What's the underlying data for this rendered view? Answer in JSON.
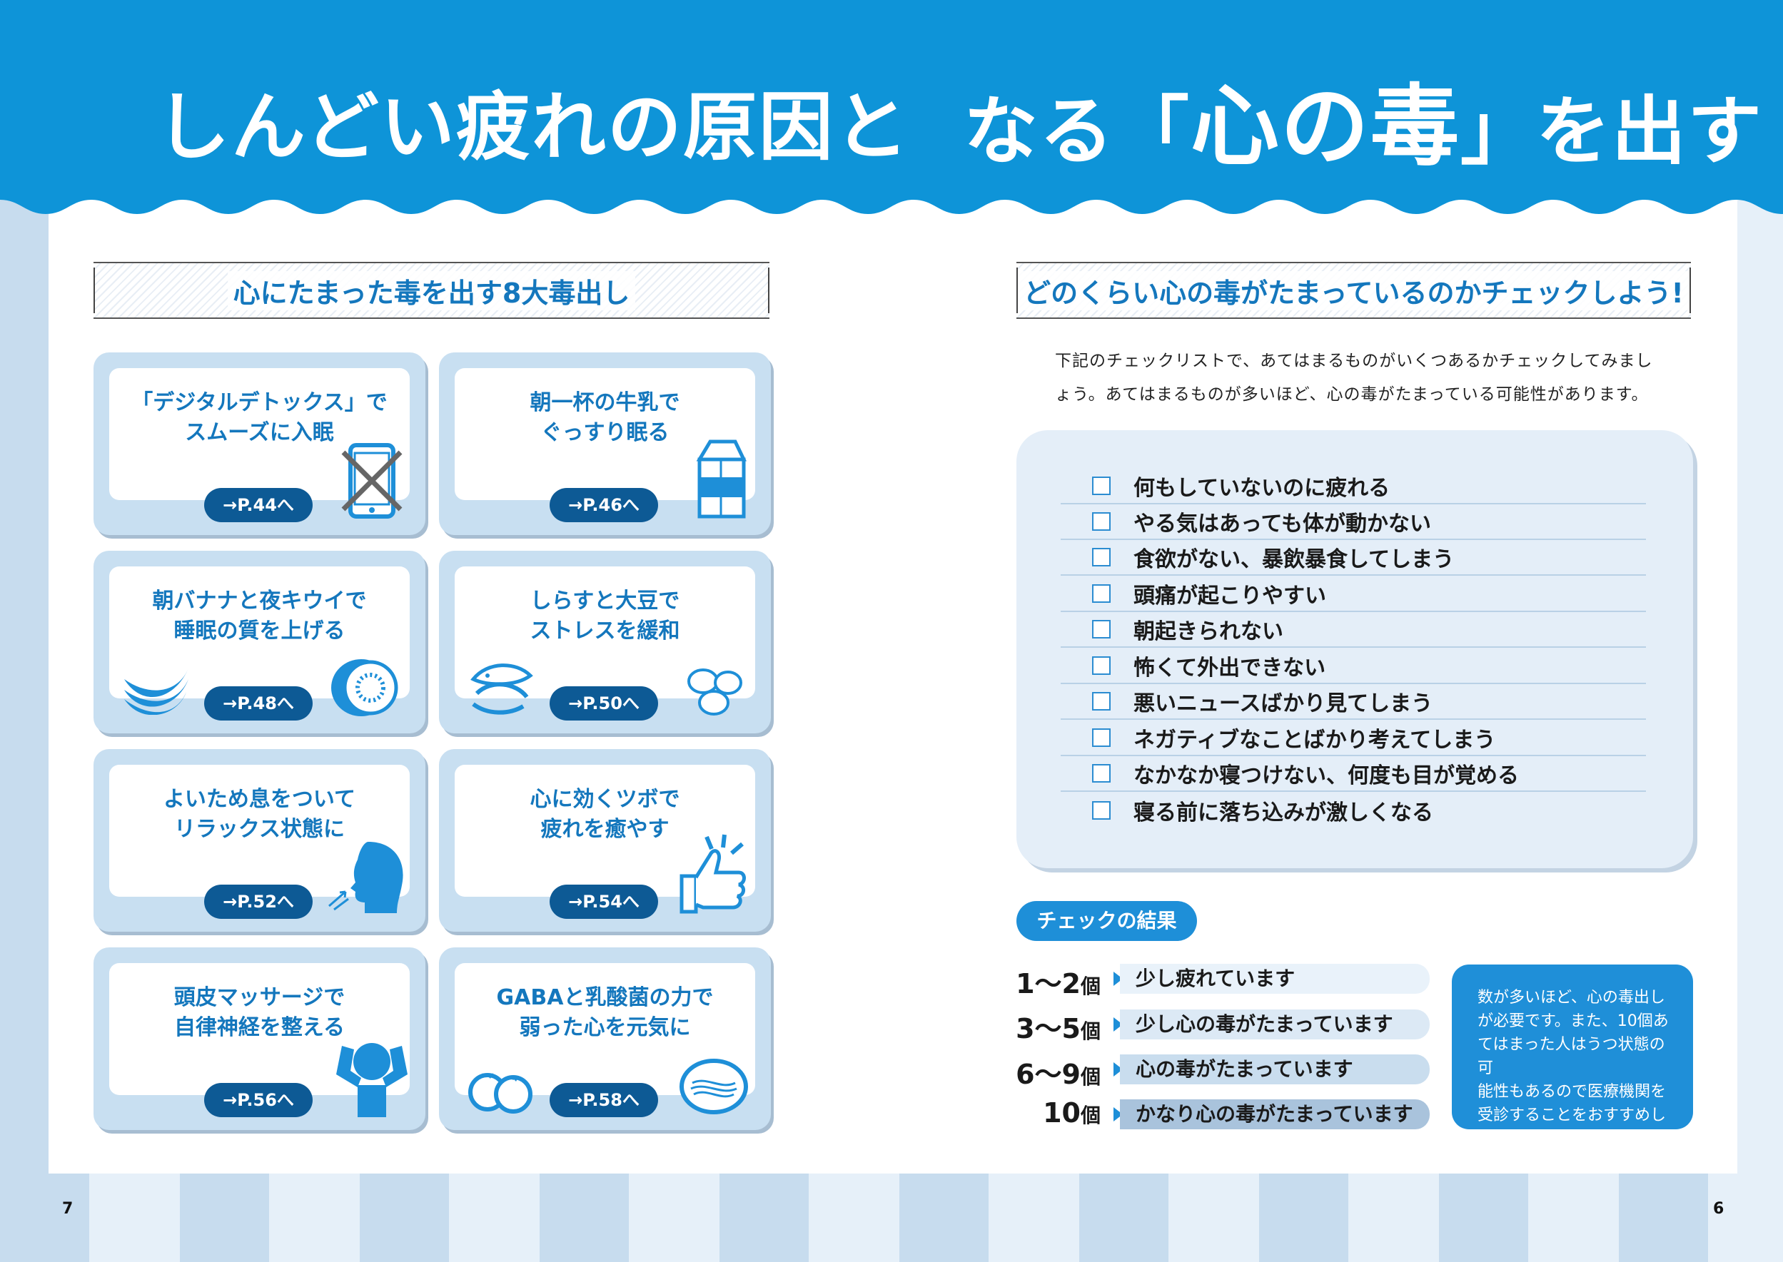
{
  "colors": {
    "brand_blue": "#0e94d8",
    "text_blue": "#1477bd",
    "card_bg": "#c8dff1",
    "button_dark": "#0d5a95",
    "panel_bg": "#e4eef8"
  },
  "header": {
    "title_left": "しんどい疲れの原因と",
    "title_right_before": "なる「",
    "title_right_em": "心の毒",
    "title_right_after": "」を出す"
  },
  "left": {
    "heading": "心にたまった毒を出す8大毒出し",
    "cards": [
      {
        "line1": "「デジタルデトックス」で",
        "line2": "スムーズに入眠",
        "link": "→P.44へ",
        "icon": "smartphone-crossed-icon"
      },
      {
        "line1": "朝一杯の牛乳で",
        "line2": "ぐっすり眠る",
        "link": "→P.46へ",
        "icon": "milk-carton-icon"
      },
      {
        "line1": "朝バナナと夜キウイで",
        "line2": "睡眠の質を上げる",
        "link": "→P.48へ",
        "icon": "banana-kiwi-icon"
      },
      {
        "line1": "しらすと大豆で",
        "line2": "ストレスを緩和",
        "link": "→P.50へ",
        "icon": "fish-soybean-icon"
      },
      {
        "line1": "よいため息をついて",
        "line2": "リラックス状態に",
        "link": "→P.52へ",
        "icon": "sighing-head-icon"
      },
      {
        "line1": "心に効くツボで",
        "line2": "疲れを癒やす",
        "link": "→P.54へ",
        "icon": "thumbs-up-hand-icon"
      },
      {
        "line1": "頭皮マッサージで",
        "line2": "自律神経を整える",
        "link": "→P.56へ",
        "icon": "head-massage-person-icon"
      },
      {
        "line1": "GABAと乳酸菌の力で",
        "line2": "弱った心を元気に",
        "link": "→P.58へ",
        "icon": "tomato-noodle-bowl-icon"
      }
    ],
    "page_number": "7"
  },
  "right": {
    "heading": "どのくらい心の毒がたまっているのかチェックしよう!",
    "intro_line1": "下記のチェックリストで、あてはまるものがいくつあるかチェックしてみまし",
    "intro_line2": "ょう。あてはまるものが多いほど、心の毒がたまっている可能性があります。",
    "checklist": [
      "何もしていないのに疲れる",
      "やる気はあっても体が動かない",
      "食欲がない、暴飲暴食してしまう",
      "頭痛が起こりやすい",
      "朝起きられない",
      "怖くて外出できない",
      "悪いニュースばかり見てしまう",
      "ネガティブなことばかり考えてしまう",
      "なかなか寝つけない、何度も目が覚める",
      "寝る前に落ち込みが激しくなる"
    ],
    "result_title": "チェックの結果",
    "results": [
      {
        "count": "1〜2",
        "unit": "個",
        "text": "少し疲れています",
        "bar_color": "#e9f2fa"
      },
      {
        "count": "3〜5",
        "unit": "個",
        "text": "少し心の毒がたまっています",
        "bar_color": "#dce9f5"
      },
      {
        "count": "6〜9",
        "unit": "個",
        "text": "心の毒がたまっています",
        "bar_color": "#c9ddee"
      },
      {
        "count": "10",
        "unit": "個",
        "text": "かなり心の毒がたまっています",
        "bar_color": "#a9c3dc"
      }
    ],
    "advice_lines": [
      "数が多いほど、心の毒出し",
      "が必要です。また、10個あ",
      "てはまった人はうつ状態の可",
      "能性もあるので医療機関を",
      "受診することをおすすめします。"
    ],
    "page_number": "6"
  }
}
